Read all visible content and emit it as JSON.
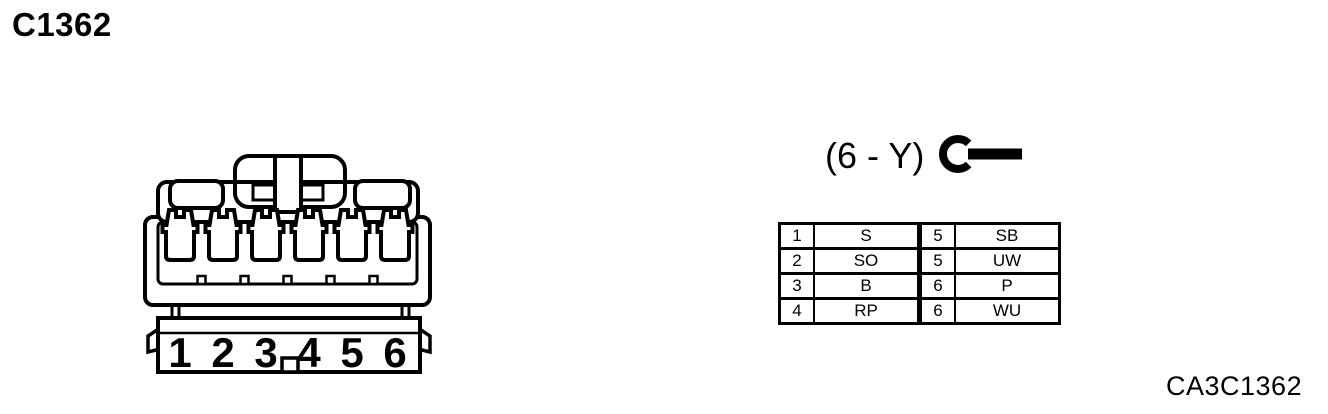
{
  "title": "C1362",
  "footer_code": "CA3C1362",
  "terminal_symbol": {
    "label": "(6 - Y)",
    "icon": "ring-terminal-icon"
  },
  "connector": {
    "pins": [
      "1",
      "2",
      "3",
      "4",
      "5",
      "6"
    ]
  },
  "pin_table": {
    "rows": [
      {
        "left_pin": "1",
        "left_wire": "S",
        "right_pin": "5",
        "right_wire": "SB"
      },
      {
        "left_pin": "2",
        "left_wire": "SO",
        "right_pin": "5",
        "right_wire": "UW"
      },
      {
        "left_pin": "3",
        "left_wire": "B",
        "right_pin": "6",
        "right_wire": "P"
      },
      {
        "left_pin": "4",
        "left_wire": "RP",
        "right_pin": "6",
        "right_wire": "WU"
      }
    ]
  },
  "colors": {
    "line": "#000000",
    "background": "#ffffff"
  }
}
